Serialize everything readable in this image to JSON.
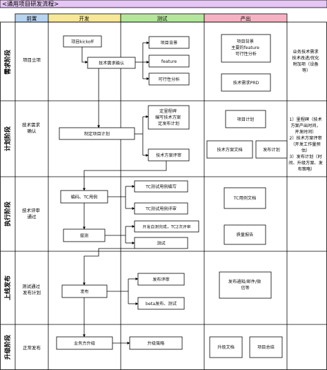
{
  "title": "<通用项目研发流程>",
  "columns": {
    "precondition": "前置",
    "dev": "开发",
    "test": "测试",
    "output": "产出"
  },
  "phases": {
    "requirements": "需求阶段",
    "planning": "计划阶段",
    "execution": "执行阶段",
    "launch": "上线发布",
    "upgrade": "升级阶段"
  },
  "preconditions": {
    "requirements": "项目立项",
    "planning": [
      "技术需求",
      "确认"
    ],
    "execution": [
      "技术评审",
      "通过"
    ],
    "launch": [
      "测试通过",
      "发布计划"
    ],
    "upgrade": "正常发布"
  },
  "nodes": {
    "kickoff": "项目kickoff",
    "tech_confirm": "技术需求确认",
    "bg": "项目背景",
    "feature": "feature",
    "feasibility": "可行性分析",
    "make_plan": "制定项目计划",
    "milestones": [
      "定里程碑",
      "编写技术方案",
      "定发布计划"
    ],
    "plan_review": "技术方案评审",
    "coding": "编码、TC用例",
    "tc_write": "TC测试用例编写",
    "tc_review": "TC测试用例评审",
    "submit": "提测",
    "selftest": "开发自测完成，TC2次评审",
    "testing": "测试",
    "release": "发布",
    "release_review": "发布评审",
    "beta": "beta发布、测试",
    "biz_upgrade": "业务方升级",
    "upgrade_strategy": "升级策略"
  },
  "outputs": {
    "req_doc": [
      "项目背景",
      "主要的feature",
      "可行性分析"
    ],
    "prd": "技术需求PRD",
    "project_plan": "项目计划",
    "plan_doc": "技术方案文档",
    "release_plan": "发布计划",
    "tc_doc": "TC用例文档",
    "quality_report": "质量报告",
    "release_notice": [
      "发布通知/邮件/微",
      "信等"
    ],
    "upgrade_doc": "升级文档",
    "summary": "项目总结"
  },
  "notes": {
    "requirements": [
      "业务技术需求",
      "技术改进/优化",
      "附加项（设备",
      "等）"
    ],
    "planning": [
      "1）里程碑（技术",
      "方案产出时间，",
      "开发时间）",
      "2）技术方案评审",
      "（开发工作量预",
      "估）",
      "3）发布计划（时",
      "间、升级方案、发",
      "布策略）"
    ]
  },
  "colors": {
    "title_bg": "#e5c6f4",
    "precondition_header": "#b7d3f2",
    "dev_header": "#f6e79a",
    "test_header": "#b3e69c",
    "output_header": "#f4b3c2",
    "line": "#000000"
  }
}
